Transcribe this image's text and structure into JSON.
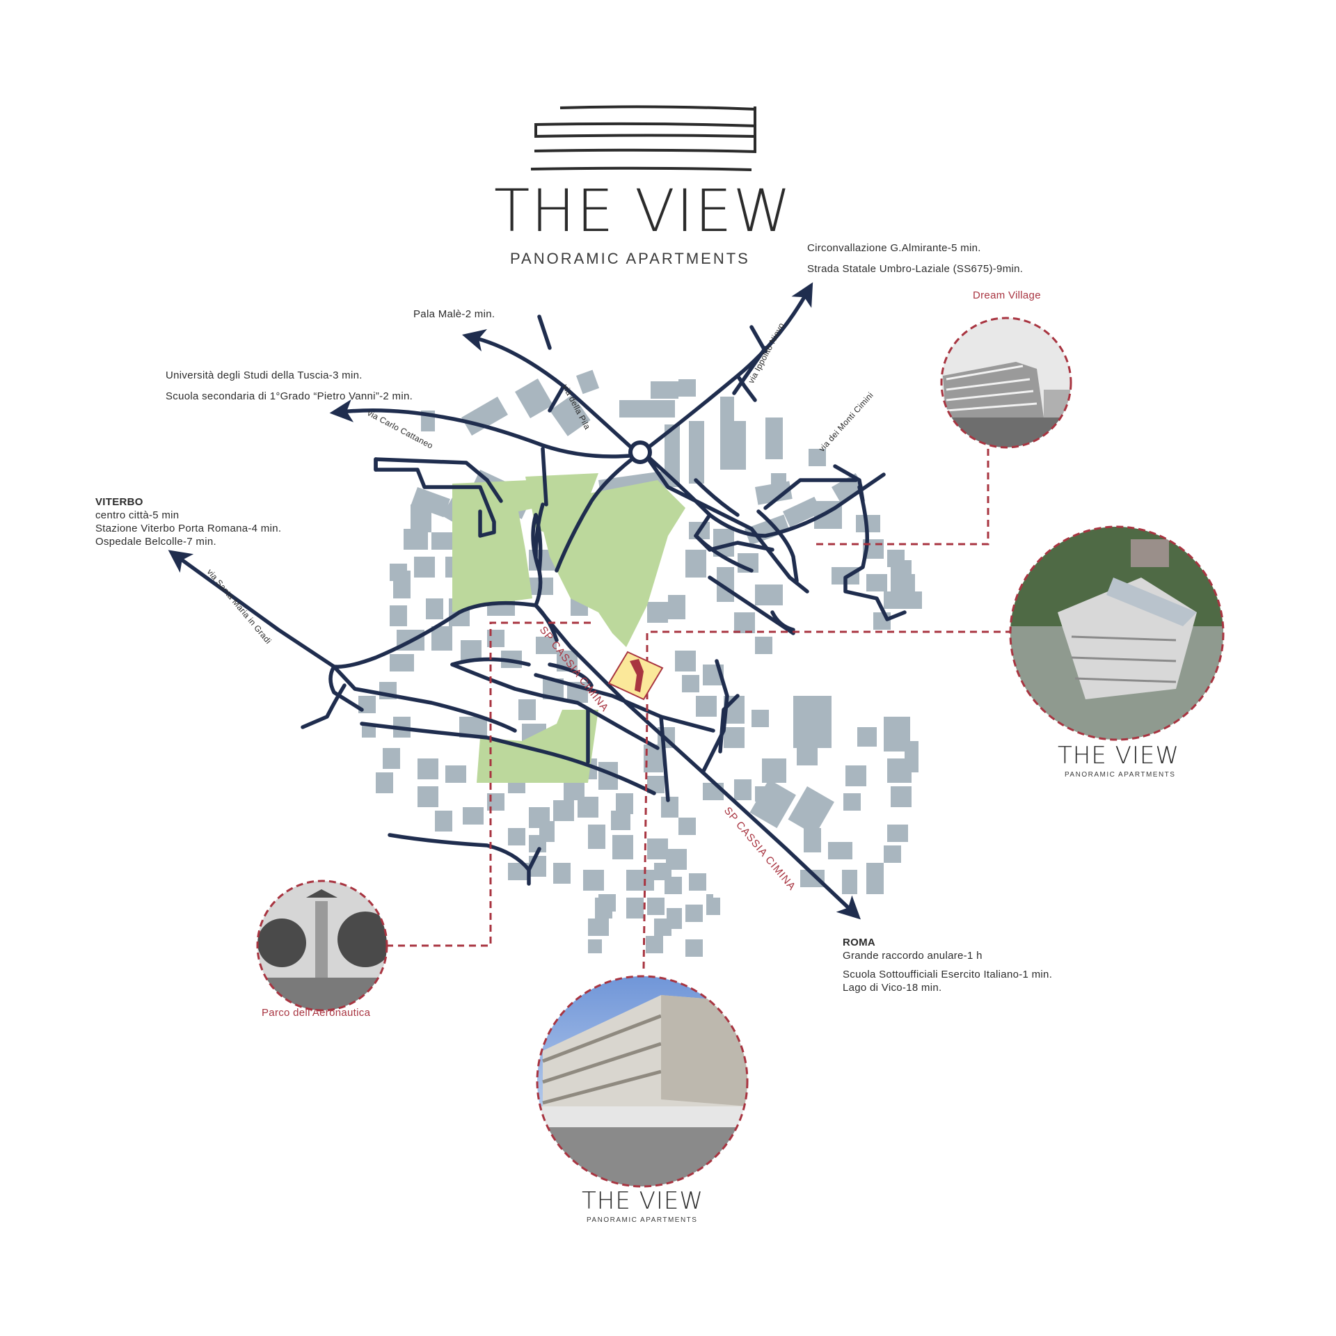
{
  "logo": {
    "title": "THE VIEW",
    "subtitle": "PANORAMIC APARTMENTS"
  },
  "destinations": {
    "north_east": [
      "Circonvallazione G.Almirante-5 min.",
      "Strada Statale Umbro-Laziale (SS675)-9min."
    ],
    "north": [
      "Pala Malè-2 min."
    ],
    "north_west": [
      "Università degli Studi della Tuscia-3 min.",
      "Scuola secondaria di 1°Grado “Pietro Vanni”-2 min."
    ],
    "viterbo": {
      "title": "VITERBO",
      "lines": [
        "centro città-5 min",
        "Stazione Viterbo Porta Romana-4 min.",
        "Ospedale Belcolle-7 min."
      ]
    },
    "roma": {
      "title": "ROMA",
      "lines": [
        "Grande raccordo anulare-1 h",
        "Scuola Sottoufficiali Esercito Italiano-1 min.",
        "Lago di Vico-18 min."
      ]
    }
  },
  "streets": {
    "via_della_pila": "via della Pila",
    "via_ippolito_nievo": "via Ippolito Nievo",
    "via_carlo_cattaneo": "via Carlo Cattaneo",
    "via_dei_monti_cimini": "via dei Monti Cimini",
    "via_santa_maria": "via Santa Maria in Gradi",
    "sp_cassia_1": "SP CASSIA CIMINA",
    "sp_cassia_2": "SP CASSIA CIMINA"
  },
  "places": {
    "dream_village": "Dream Village",
    "parco": "Parco dell'Aeronautica",
    "view_right": {
      "title": "THE VIEW",
      "subtitle": "PANORAMIC APARTMENTS"
    },
    "view_bottom": {
      "title": "THE VIEW",
      "subtitle": "PANORAMIC APARTMENTS"
    }
  },
  "colors": {
    "road": "#1f2d4e",
    "building": "#a9b6bf",
    "park": "#bcd89c",
    "accent_red": "#a83440",
    "site": "#fbe89a"
  },
  "icons": [
    "roundabout-icon",
    "site-marker-icon",
    "arrow-icon"
  ]
}
